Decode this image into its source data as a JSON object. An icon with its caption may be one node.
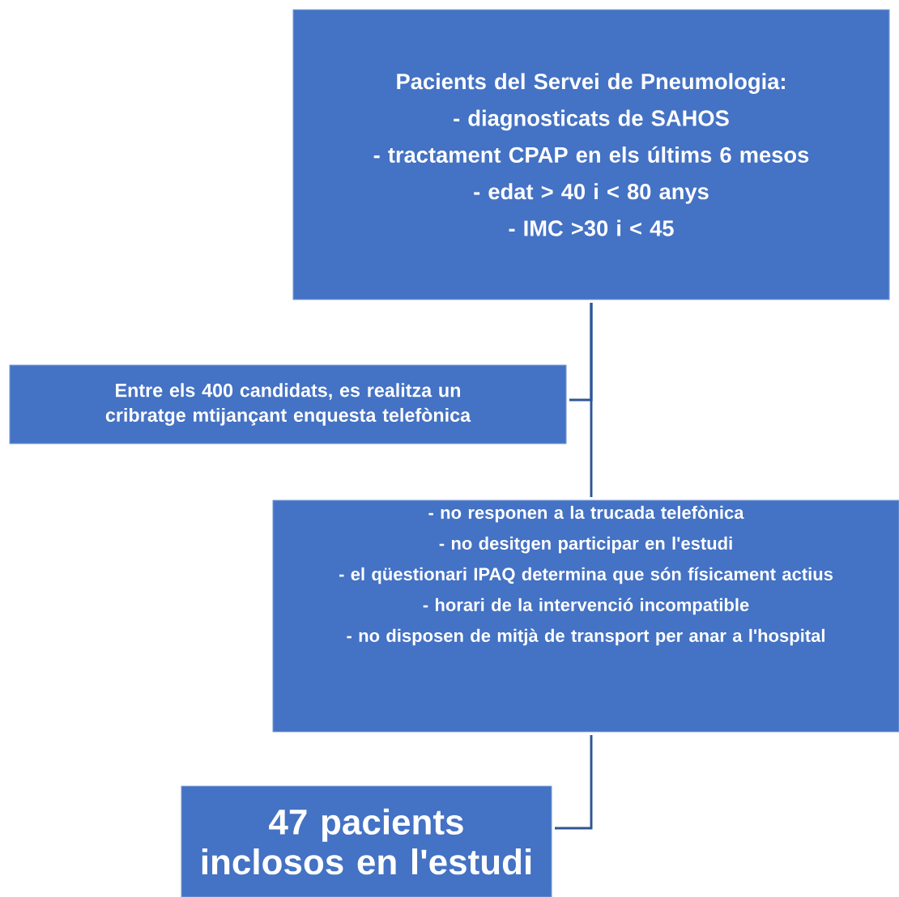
{
  "diagram": {
    "nodes": [
      {
        "text": [
          "Pacients del Servei de Pneumologia:",
          "- diagnosticats de SAHOS",
          "- tractament CPAP en els últims 6 mesos",
          "- edat > 40 i  < 80 anys",
          "- IMC >30 i < 45"
        ]
      },
      {
        "text": [
          "Entre els 400 candidats, es realitza un cribratge mtijançant enquesta telefònica"
        ]
      },
      {
        "text": [
          "- no responen a la trucada telefònica",
          "- no desitgen participar en l'estudi",
          "- el qüestionari IPAQ determina que són físicament actius",
          "- horari de la intervenció incompatible",
          "- no disposen de mitjà de transport per anar a l'hospital"
        ]
      },
      {
        "text": [
          "47 pacients inclosos en l'estudi"
        ]
      }
    ],
    "edges": [
      {
        "from": 0,
        "to": 1,
        "arrow": "none"
      },
      {
        "from": 0,
        "to": 2,
        "arrow": "none"
      },
      {
        "from": 2,
        "to": 3,
        "arrow": "none"
      }
    ]
  }
}
